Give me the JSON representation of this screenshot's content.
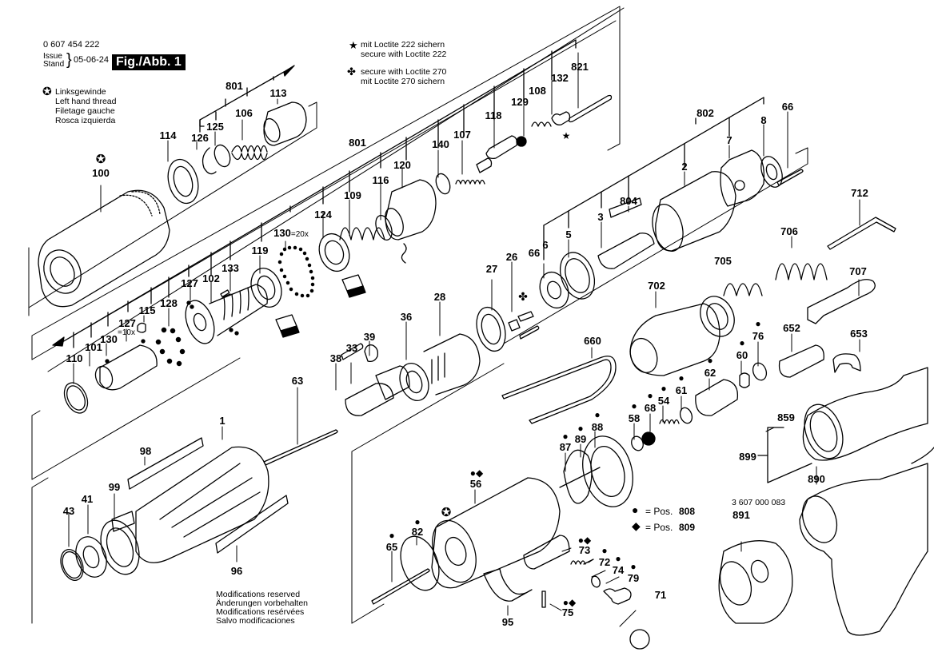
{
  "header": {
    "part_number": "0 607 454 222",
    "issue_label_en": "Issue",
    "issue_label_de": "Stand",
    "issue_date": "05-06-24",
    "figure_label": "Fig./Abb. 1"
  },
  "legend_left_hand_thread": {
    "icon": "star-in-circle-icon",
    "lines": [
      "Linksgewinde",
      "Left hand thread",
      "Filetage gauche",
      "Rosca izquierda"
    ]
  },
  "legend_loctite": {
    "loctite_222": {
      "icon": "star-icon",
      "lines": [
        "mit Loctite 222 sichern",
        "secure with Loctite 222"
      ]
    },
    "loctite_270": {
      "icon": "club-icon",
      "lines": [
        "secure with Loctite 270",
        "mit Loctite 270 sichern"
      ]
    }
  },
  "legend_positions": {
    "circle": {
      "icon": "filled-circle-icon",
      "prefix": "= Pos.",
      "value": "808"
    },
    "diamond": {
      "icon": "filled-diamond-icon",
      "prefix": "= Pos.",
      "value": "809"
    }
  },
  "footer_notice": {
    "lines": [
      "Modifications reserved",
      "Änderungen vorbehalten",
      "Modifications resérvées",
      "Salvo modificaciones"
    ]
  },
  "accessory_part_number": "3 607 000 083",
  "qty_notes": {
    "130": "=20x",
    "127": "=10x"
  },
  "markers": {
    "star": "★",
    "club": "✤",
    "circle": "●",
    "diamond": "◆",
    "star_circle": "✪"
  },
  "part_labels": [
    "100",
    "114",
    "126",
    "125",
    "106",
    "113",
    "801",
    "821",
    "132",
    "108",
    "129",
    "118",
    "107",
    "140",
    "120",
    "116",
    "109",
    "124",
    "130",
    "119",
    "133",
    "102",
    "127",
    "128",
    "115",
    "127",
    "130",
    "101",
    "110",
    "802",
    "66",
    "8",
    "7",
    "2",
    "804",
    "3",
    "5",
    "6",
    "66",
    "26",
    "27",
    "28",
    "36",
    "39",
    "33",
    "38",
    "712",
    "706",
    "705",
    "707",
    "702",
    "652",
    "653",
    "76",
    "60",
    "62",
    "61",
    "54",
    "68",
    "58",
    "88",
    "89",
    "87",
    "660",
    "63",
    "1",
    "98",
    "99",
    "41",
    "43",
    "96",
    "56",
    "82",
    "65",
    "73",
    "72",
    "74",
    "79",
    "71",
    "75",
    "95",
    "859",
    "899",
    "890",
    "891"
  ]
}
